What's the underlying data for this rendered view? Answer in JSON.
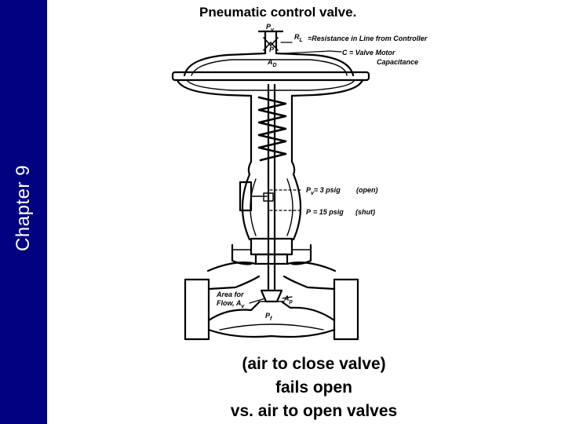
{
  "sidebar": {
    "chapter_label": "Chapter 9",
    "color": "#000080"
  },
  "figure": {
    "title": "Pneumatic control valve.",
    "labels": {
      "pv": "P",
      "pv_sub": "v",
      "rl": "R",
      "rl_sub": "L",
      "rl_desc": "=Resistance in Line from Controller",
      "p": "P",
      "ad": "A",
      "ad_sub": "D",
      "c_desc": "C = Valve Motor",
      "c_desc2": "Capacitance",
      "pv_open": "P",
      "pv_open_sub": "v",
      "pv_open_val": "= 3 psig",
      "pv_open_state": "(open)",
      "p_shut": "P",
      "p_shut_val": "= 15 psig",
      "p_shut_state": "(shut)",
      "area_flow": "Area for",
      "area_flow2": "Flow, A",
      "area_flow2_sub": "v",
      "ap": "A",
      "ap_sub": "p",
      "pf": "P",
      "pf_sub": "f"
    }
  },
  "caption": {
    "line1": "(air to close valve)",
    "line2": "fails open",
    "line3": "vs. air to open valves"
  }
}
